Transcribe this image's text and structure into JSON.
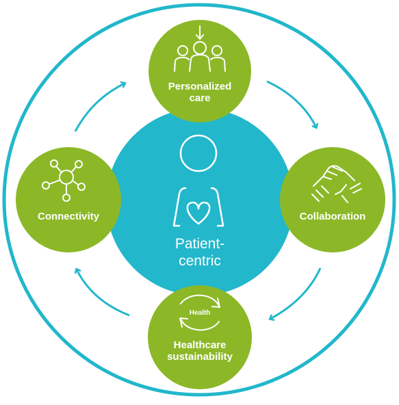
{
  "colors": {
    "outer_ring": "#22b7cb",
    "center": "#22b7cb",
    "node": "#8cb828",
    "arrow": "#22b7cb",
    "text": "#ffffff"
  },
  "center": {
    "line1": "Patient-",
    "line2": "centric",
    "icon": "patient-heart-icon"
  },
  "nodes": {
    "top": {
      "line1": "Personalized",
      "line2": "care",
      "icon": "people-group-icon"
    },
    "right": {
      "label": "Collaboration",
      "icon": "handshake-icon"
    },
    "bottom": {
      "line1": "Healthcare",
      "line2": "sustainability",
      "icon": "cycle-icon",
      "icon_text": "Health"
    },
    "left": {
      "label": "Connectivity",
      "icon": "network-icon"
    }
  }
}
